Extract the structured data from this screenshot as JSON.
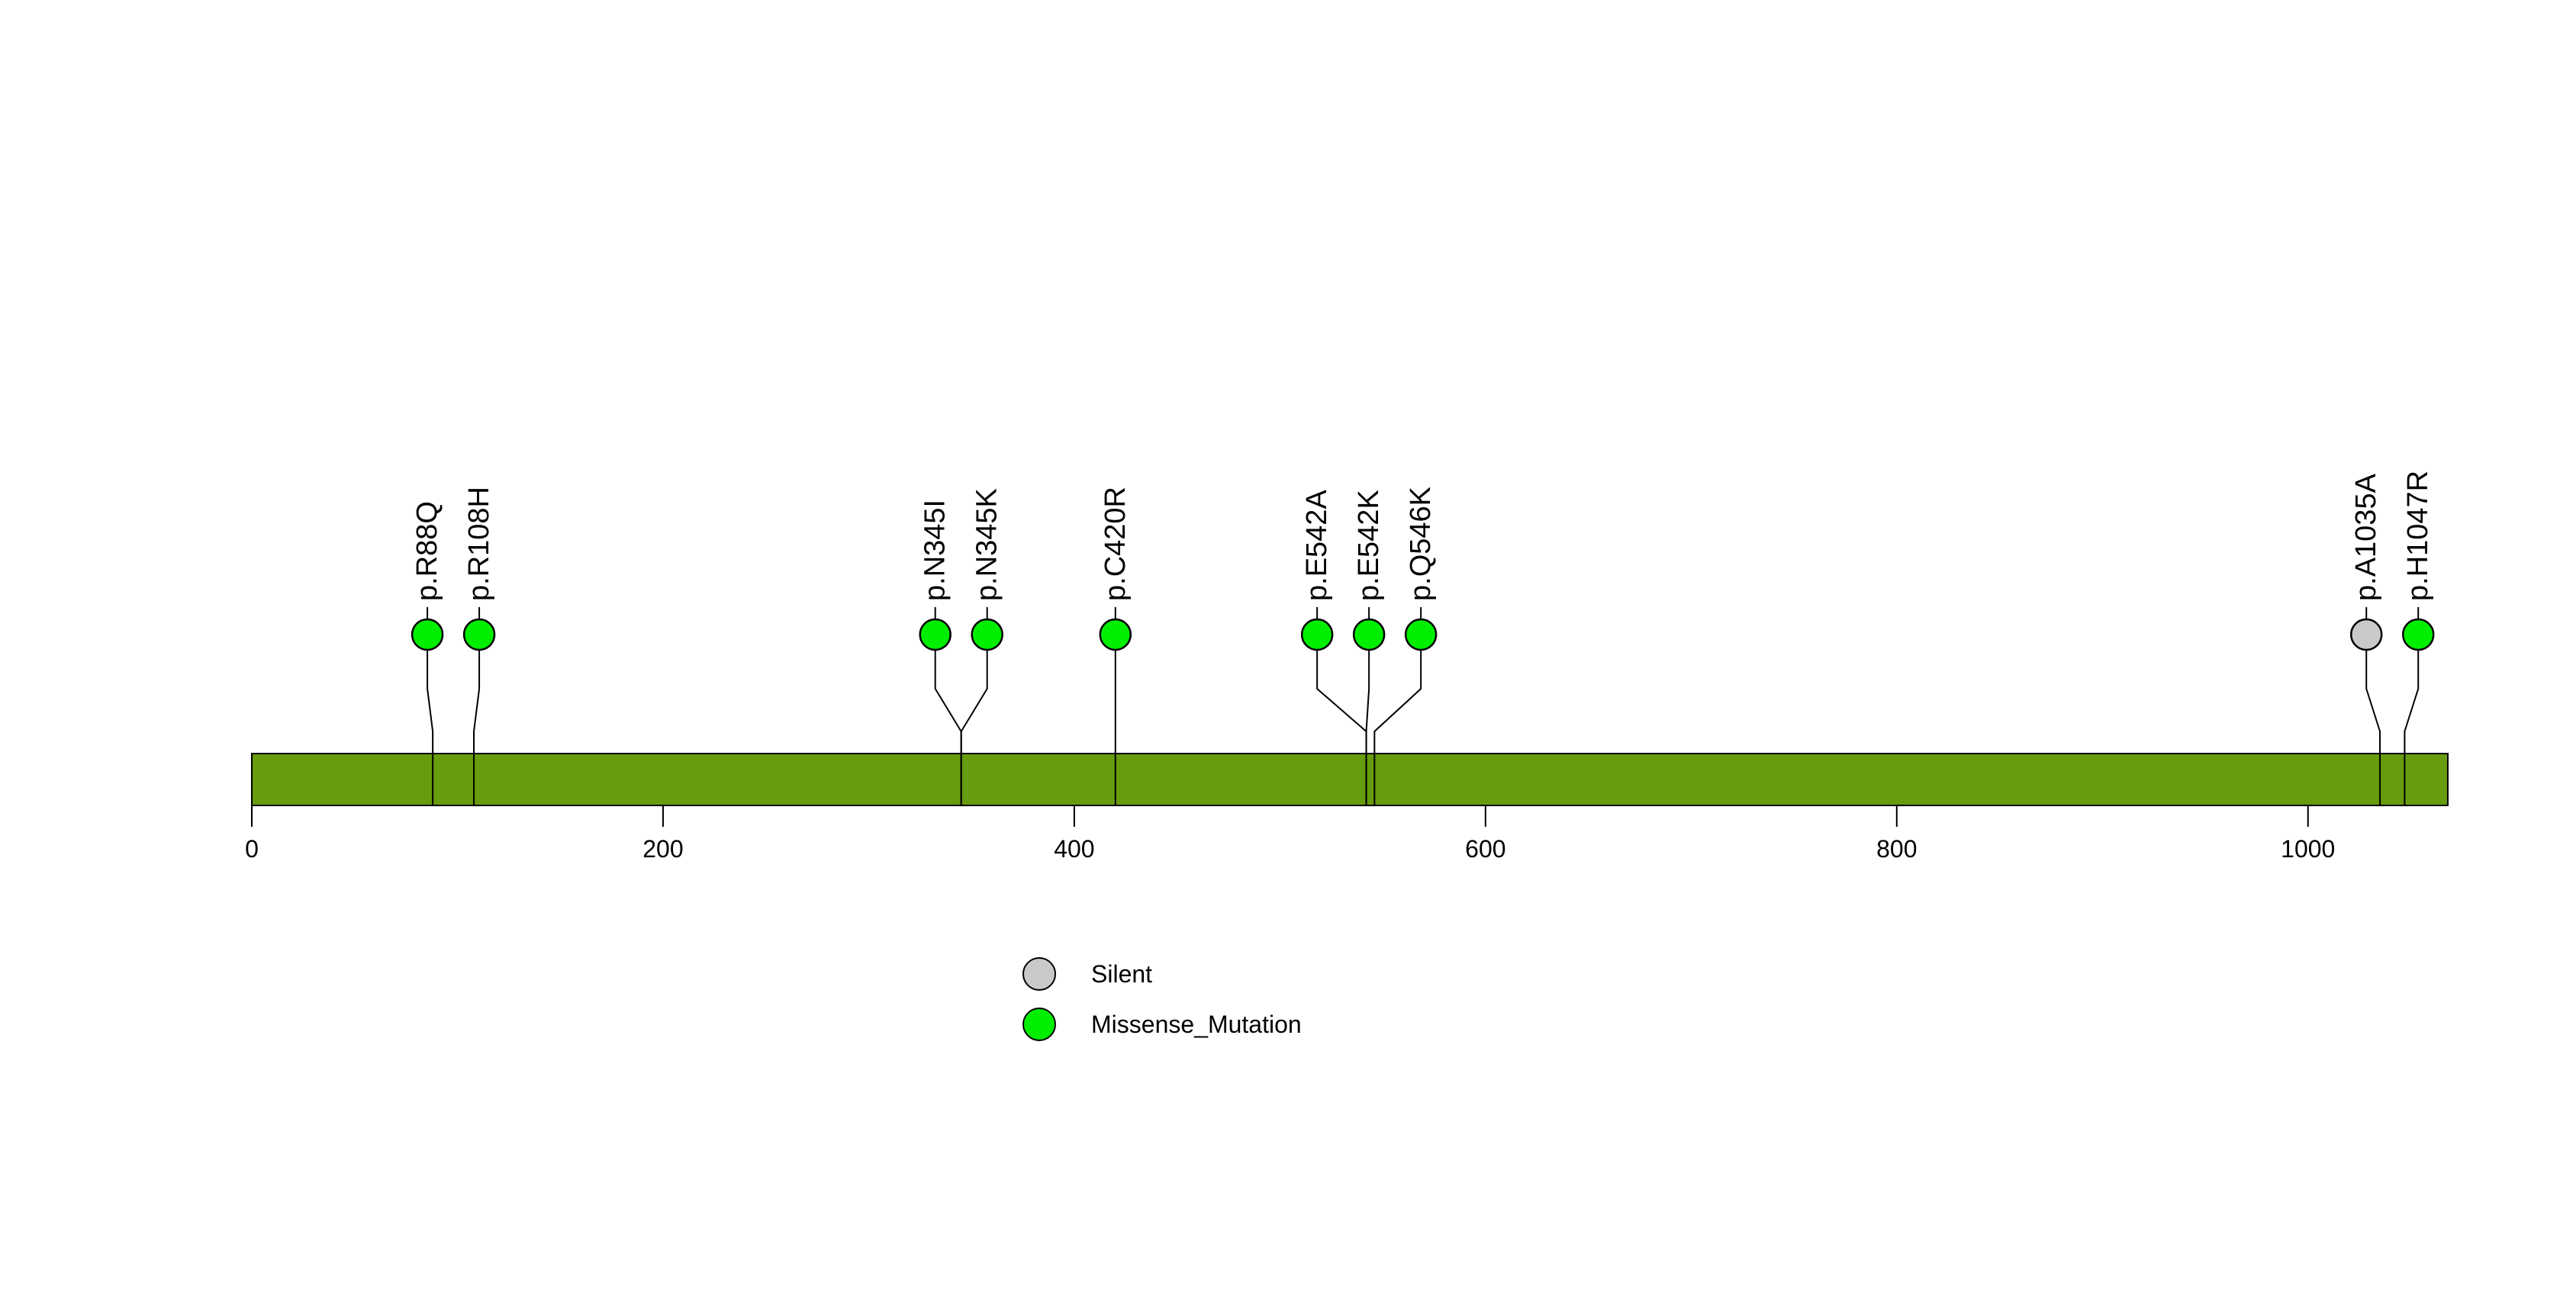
{
  "chart_data": {
    "type": "scatter",
    "variant": "lollipop-protein-mutation-plot",
    "title": "",
    "xlabel": "",
    "ylabel": "",
    "protein_length": 1068,
    "axis": {
      "ticks": [
        0,
        200,
        400,
        600,
        800,
        1000
      ],
      "tick_labels": [
        "0",
        "200",
        "400",
        "600",
        "800",
        "1000"
      ],
      "xlim": [
        0,
        1068
      ],
      "grid": false
    },
    "mutations": [
      {
        "label": "p.R88Q",
        "position": 88,
        "type": "Missense_Mutation"
      },
      {
        "label": "p.R108H",
        "position": 108,
        "type": "Missense_Mutation"
      },
      {
        "label": "p.N345I",
        "position": 345,
        "type": "Missense_Mutation"
      },
      {
        "label": "p.N345K",
        "position": 345,
        "type": "Missense_Mutation"
      },
      {
        "label": "p.C420R",
        "position": 420,
        "type": "Missense_Mutation"
      },
      {
        "label": "p.E542A",
        "position": 542,
        "type": "Missense_Mutation"
      },
      {
        "label": "p.E542K",
        "position": 542,
        "type": "Missense_Mutation"
      },
      {
        "label": "p.Q546K",
        "position": 546,
        "type": "Missense_Mutation"
      },
      {
        "label": "p.A1035A",
        "position": 1035,
        "type": "Silent"
      },
      {
        "label": "p.H1047R",
        "position": 1047,
        "type": "Missense_Mutation"
      }
    ],
    "legend": [
      {
        "label": "Silent",
        "color": "#c9c9c9"
      },
      {
        "label": "Missense_Mutation",
        "color": "#00ee00"
      }
    ],
    "legend_position": "bottom-center",
    "colors": {
      "protein_bar": "#669c0d",
      "outline": "#000000",
      "stem": "#000000",
      "background": "#ffffff"
    }
  }
}
